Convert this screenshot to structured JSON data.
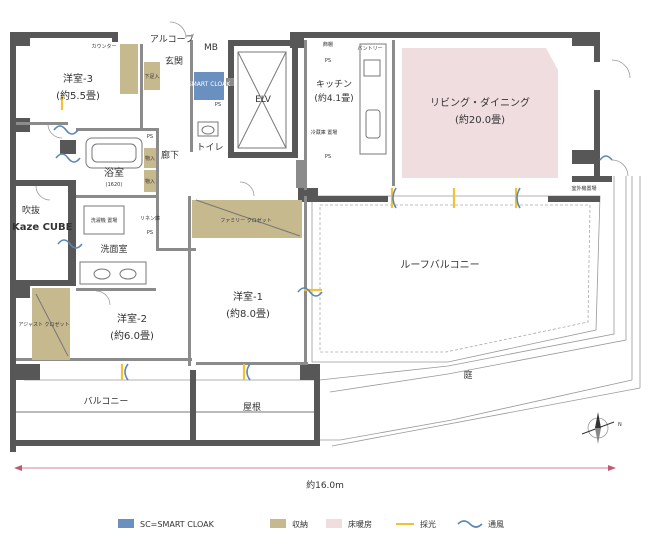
{
  "rooms": {
    "western3": {
      "name": "洋室-3",
      "size": "(約5.5畳)"
    },
    "western1": {
      "name": "洋室-1",
      "size": "(約8.0畳)"
    },
    "western2": {
      "name": "洋室-2",
      "size": "(約6.0畳)"
    },
    "living": {
      "name": "リビング・ダイニング",
      "size": "(約20.0畳)"
    },
    "kitchen": {
      "name": "キッチン",
      "size": "(約4.1畳)"
    },
    "bath": {
      "name": "浴室",
      "size": "(1620)"
    },
    "washroom": "洗面室",
    "entrance": "玄関",
    "hallway": "廊下",
    "toilet": "トイレ",
    "elv": "ELV",
    "alcove": "アルコーブ",
    "mb": "MB",
    "roof_balcony": "ルーフバルコニー",
    "balcony": "バルコニー",
    "roof": "屋根",
    "garden": "庭",
    "void": "吹抜",
    "void_name": "Kaze CUBE"
  },
  "fixtures": {
    "smart_cloak": "SMART CLOAK",
    "family_closet": "ファミリー クロゼット",
    "adjust_closet": "アジャスト クロゼット",
    "washer": "洗濯機 置場",
    "fridge": "冷蔵庫 置場",
    "pantry": "パントリー",
    "counter": "カウンター",
    "shelf": "下足入",
    "storage": "物入",
    "linen": "リネン庫",
    "ps": "PS",
    "display_shelf": "飾棚",
    "outdoor_unit": "室外機置場"
  },
  "dimension": "約16.0m",
  "legend": [
    {
      "key": "smart",
      "label": "SC=SMART CLOAK",
      "color": "#6a90bf"
    },
    {
      "key": "storage",
      "label": "収納",
      "color": "#c7b98e"
    },
    {
      "key": "floor",
      "label": "床暖房",
      "color": "#f0dde0"
    },
    {
      "key": "light",
      "label": "採光",
      "color": "#f2c230"
    },
    {
      "key": "wind",
      "label": "通風",
      "color": "#5b87b5"
    }
  ],
  "compass": "N"
}
